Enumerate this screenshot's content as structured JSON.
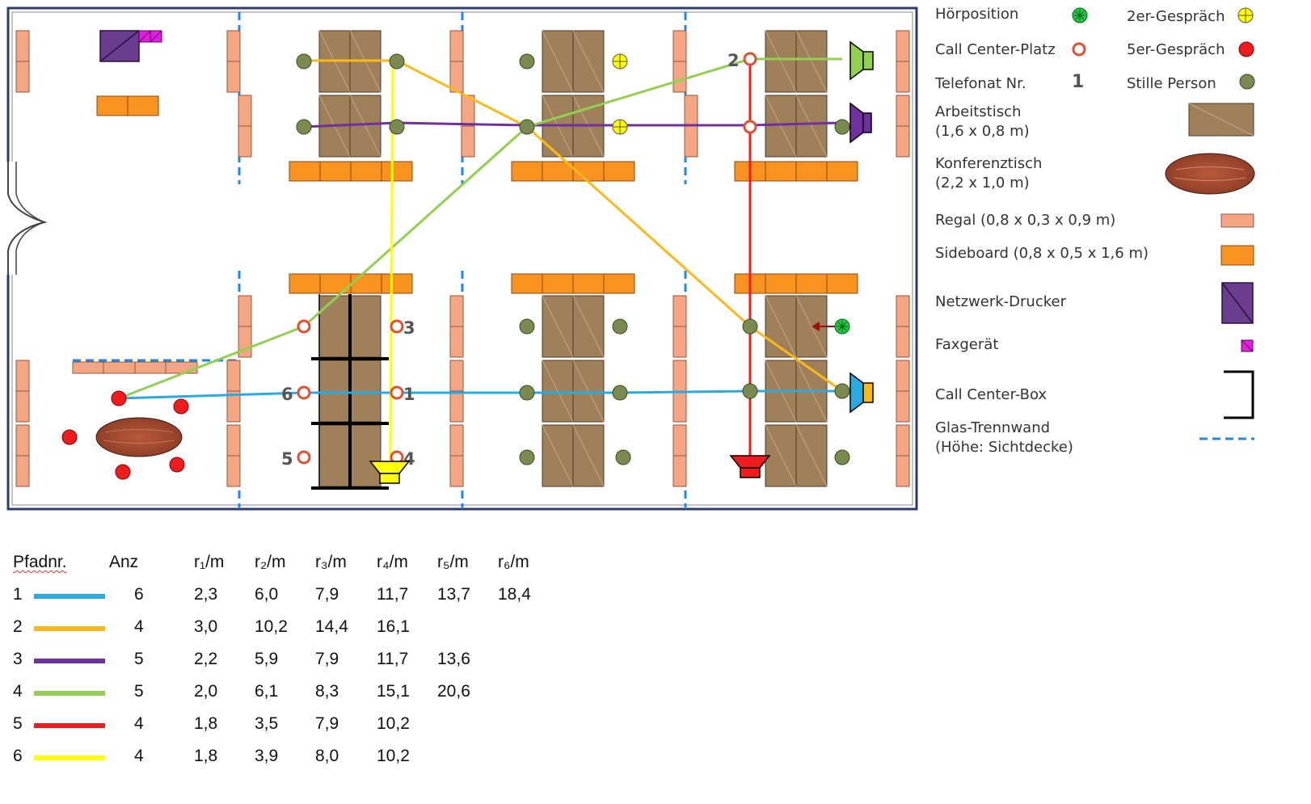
{
  "legend": {
    "hoerposition": "Hörposition",
    "gespraech2": "2er-Gespräch",
    "callcenter_platz": "Call Center-Platz",
    "gespraech5": "5er-Gespräch",
    "telefonat_nr": "Telefonat Nr.",
    "telefonat_nr_value": "1",
    "stille_person": "Stille Person",
    "arbeitstisch": "Arbeitstisch",
    "arbeitstisch_size": "(1,6 x 0,8 m)",
    "konferenztisch": "Konferenztisch",
    "konferenztisch_size": "(2,2 x 1,0 m)",
    "regal": "Regal (0,8 x 0,3 x 0,9 m)",
    "sideboard": "Sideboard (0,8 x 0,5 x 1,6 m)",
    "drucker": "Netzwerk-Drucker",
    "fax": "Faxgerät",
    "callcenter_box": "Call Center-Box",
    "glas": "Glas-Trennwand",
    "glas_hoehe": "(Höhe: Sichtdecke)"
  },
  "plan_numbers": {
    "n1": "1",
    "n2": "2",
    "n3": "3",
    "n4": "4",
    "n5": "5",
    "n6": "6"
  },
  "colors": {
    "path1": "#29abe2",
    "path2": "#fbb917",
    "path3": "#7030a0",
    "path4": "#92d050",
    "path5": "#ee1c1c",
    "path6": "#ffff00",
    "desk": "#a0805a",
    "shelf": "#f4a582",
    "sideboard": "#f7931e",
    "glass": "#1e88e5",
    "silent": "#7a8a50",
    "printer": "#6a3d8f",
    "fax": "#e020e0"
  },
  "table": {
    "headers": {
      "pfad": "Pfadnr.",
      "anz": "Anz",
      "r1": "r₁/m",
      "r2": "r₂/m",
      "r3": "r₃/m",
      "r4": "r₄/m",
      "r5": "r₅/m",
      "r6": "r₆/m"
    },
    "rows": [
      {
        "nr": "1",
        "anz": "6",
        "r": [
          "2,3",
          "6,0",
          "7,9",
          "11,7",
          "13,7",
          "18,4"
        ]
      },
      {
        "nr": "2",
        "anz": "4",
        "r": [
          "3,0",
          "10,2",
          "14,4",
          "16,1",
          "",
          ""
        ]
      },
      {
        "nr": "3",
        "anz": "5",
        "r": [
          "2,2",
          "5,9",
          "7,9",
          "11,7",
          "13,6",
          ""
        ]
      },
      {
        "nr": "4",
        "anz": "5",
        "r": [
          "2,0",
          "6,1",
          "8,3",
          "15,1",
          "20,6",
          ""
        ]
      },
      {
        "nr": "5",
        "anz": "4",
        "r": [
          "1,8",
          "3,5",
          "7,9",
          "10,2",
          "",
          ""
        ]
      },
      {
        "nr": "6",
        "anz": "4",
        "r": [
          "1,8",
          "3,9",
          "8,0",
          "10,2",
          "",
          ""
        ]
      }
    ]
  }
}
